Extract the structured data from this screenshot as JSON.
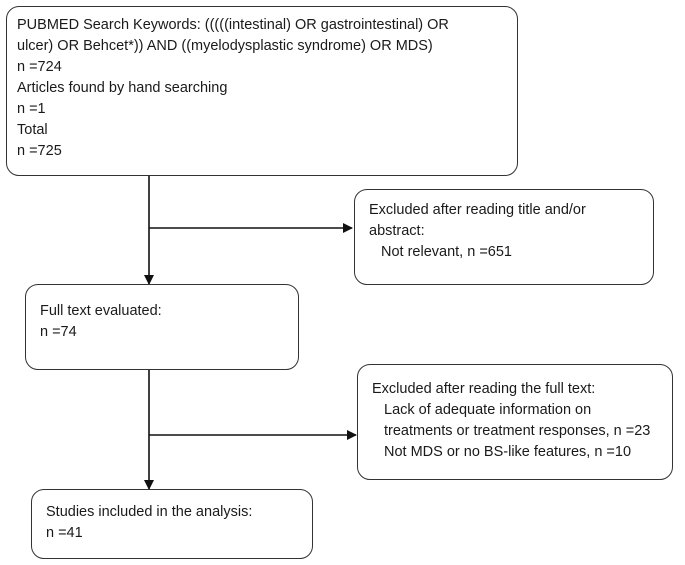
{
  "search_box": {
    "lines": [
      "PUBMED Search Keywords: (((((intestinal) OR gastrointestinal) OR",
      "ulcer) OR Behcet*)) AND ((myelodysplastic syndrome) OR MDS)",
      "n =724",
      "Articles found by hand searching",
      "n =1",
      "Total",
      "n =725"
    ]
  },
  "excluded_title": {
    "heading_lines": [
      "Excluded after reading title and/or",
      "abstract:"
    ],
    "items": [
      "Not relevant, n =651"
    ]
  },
  "full_text": {
    "lines": [
      "Full text evaluated:",
      "n =74"
    ]
  },
  "excluded_full": {
    "heading_lines": [
      "Excluded after reading the full text:"
    ],
    "items": [
      "Lack of adequate information on",
      "treatments or treatment responses, n =23",
      "Not MDS or no BS-like features, n =10"
    ]
  },
  "included": {
    "lines": [
      "Studies included in the analysis:",
      "n =41"
    ]
  }
}
